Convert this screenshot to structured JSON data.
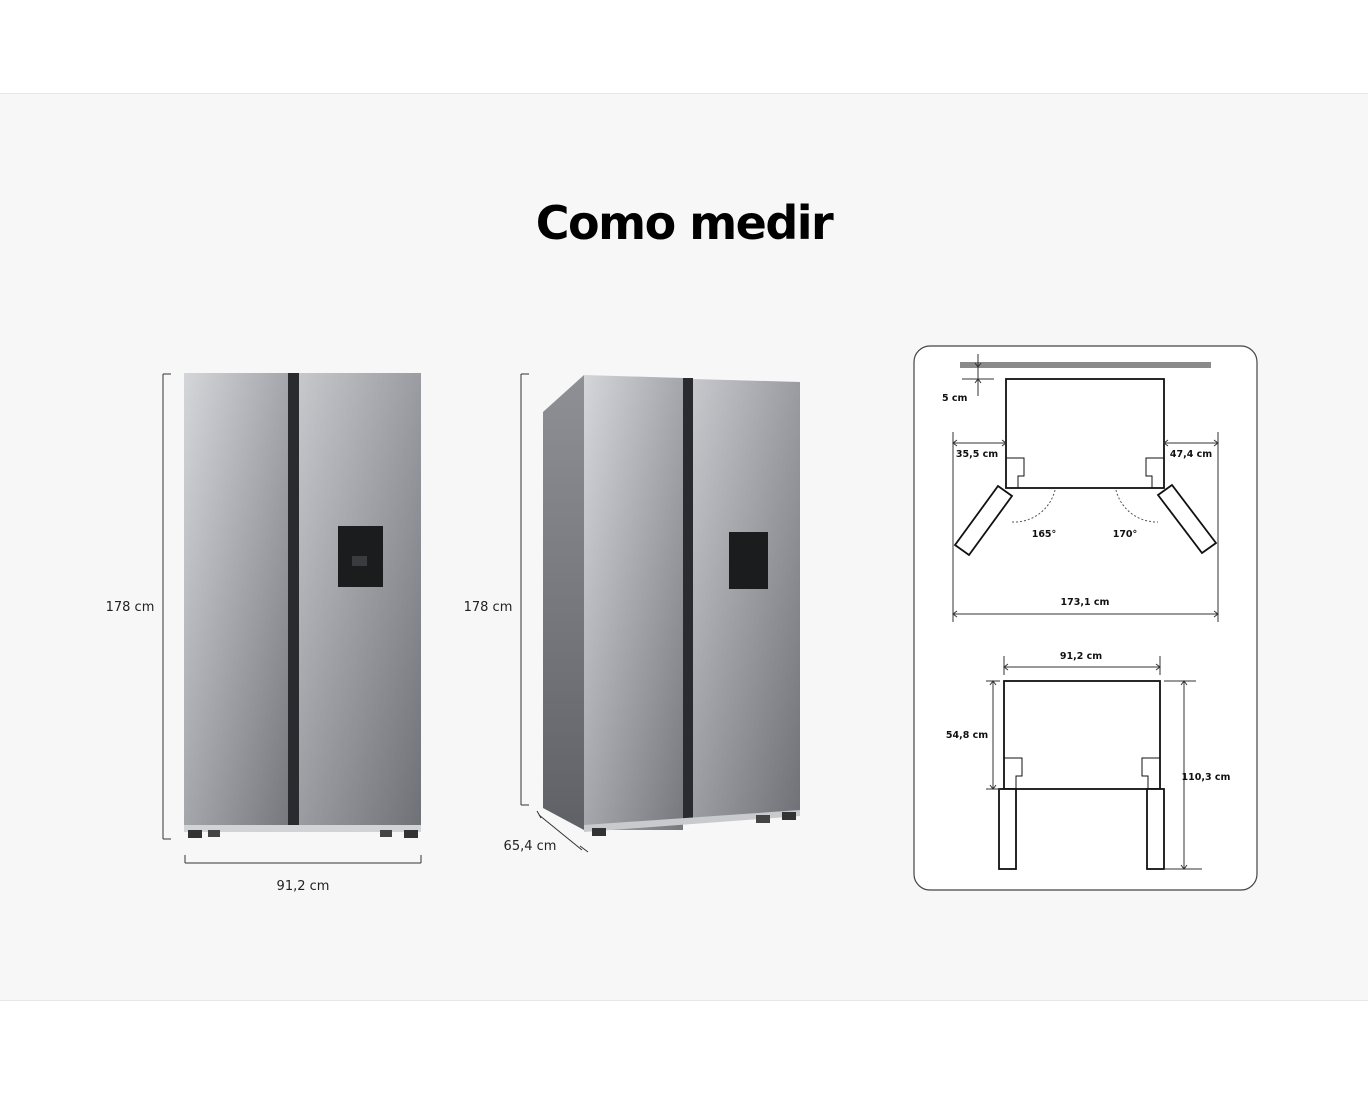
{
  "title": "Como medir",
  "front_view": {
    "height": "178 cm",
    "width": "91,2 cm"
  },
  "side_view": {
    "height": "178 cm",
    "depth": "65,4 cm"
  },
  "top_view": {
    "wall_gap": "5 cm",
    "left_clearance": "35,5 cm",
    "right_clearance": "47,4 cm",
    "left_angle": "165°",
    "right_angle": "170°",
    "total_width_open": "173,1 cm",
    "width": "91,2 cm",
    "depth": "54,8 cm",
    "depth_open": "110,3 cm"
  },
  "colors": {
    "background": "#f7f7f7",
    "steel_light": "#c9cbcf",
    "steel_dark": "#7e8086",
    "text": "#000000"
  }
}
